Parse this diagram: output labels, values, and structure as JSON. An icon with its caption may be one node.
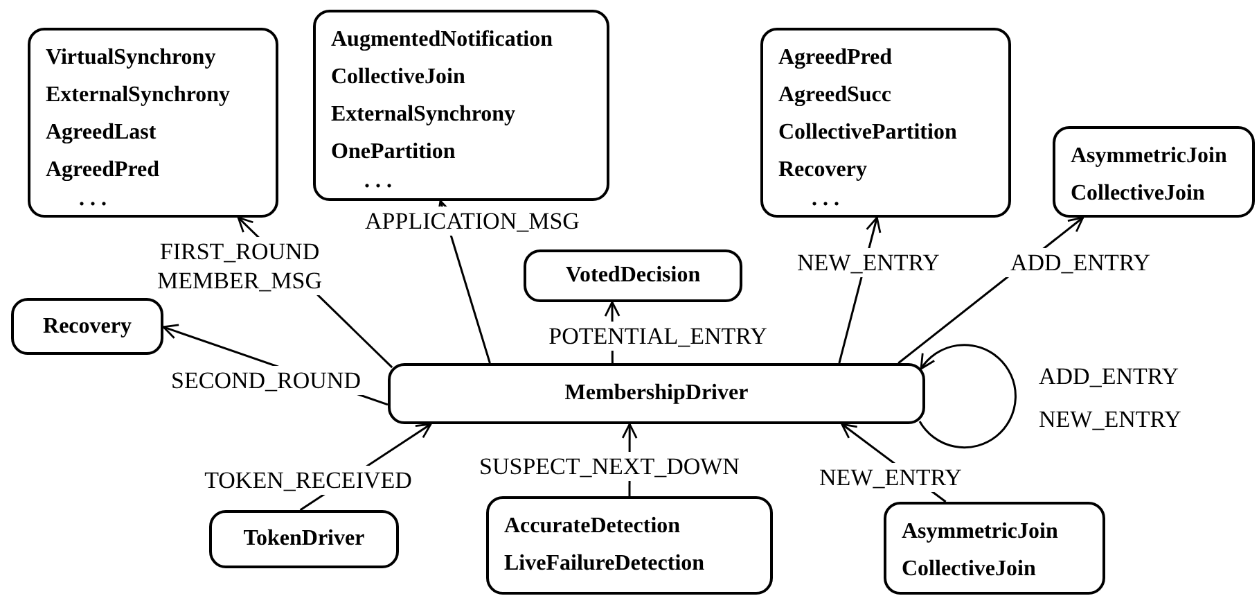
{
  "diagram": {
    "nodes": [
      {
        "text": [
          "VirtualSynchrony",
          "ExternalSynchrony",
          "AgreedLast",
          "AgreedPred",
          "..."
        ]
      },
      {
        "text": [
          "AugmentedNotification",
          "CollectiveJoin",
          "ExternalSynchrony",
          "OnePartition",
          "..."
        ]
      },
      {
        "text": [
          "AgreedPred",
          "AgreedSucc",
          "CollectivePartition",
          "Recovery",
          "..."
        ]
      },
      {
        "text": [
          "AsymmetricJoin",
          "CollectiveJoin"
        ]
      },
      {
        "text": [
          "VotedDecision"
        ]
      },
      {
        "text": [
          "Recovery"
        ]
      },
      {
        "text": [
          "MembershipDriver"
        ]
      },
      {
        "text": [
          "TokenDriver"
        ]
      },
      {
        "text": [
          "AccurateDetection",
          "LiveFailureDetection"
        ]
      },
      {
        "text": [
          "AsymmetricJoin",
          "CollectiveJoin"
        ]
      }
    ],
    "edges": [
      {
        "from": 6,
        "to": 0,
        "arrow": "to",
        "label": "FIRST_ROUND MEMBER_MSG"
      },
      {
        "from": 6,
        "to": 1,
        "arrow": "to",
        "label": "APPLICATION_MSG"
      },
      {
        "from": 6,
        "to": 4,
        "arrow": "to",
        "label": "POTENTIAL_ENTRY"
      },
      {
        "from": 6,
        "to": 2,
        "arrow": "to",
        "label": "NEW_ENTRY"
      },
      {
        "from": 6,
        "to": 3,
        "arrow": "to",
        "label": "ADD_ENTRY"
      },
      {
        "from": 6,
        "to": 5,
        "arrow": "to",
        "label": "SECOND_ROUND"
      },
      {
        "from": 6,
        "to": 6,
        "arrow": "to",
        "label": "ADD_ENTRY NEW_ENTRY"
      },
      {
        "from": 7,
        "to": 6,
        "arrow": "to",
        "label": "TOKEN_RECEIVED"
      },
      {
        "from": 8,
        "to": 6,
        "arrow": "to",
        "label": "SUSPECT_NEXT_DOWN"
      },
      {
        "from": 9,
        "to": 6,
        "arrow": "to",
        "label": "NEW_ENTRY"
      }
    ]
  }
}
